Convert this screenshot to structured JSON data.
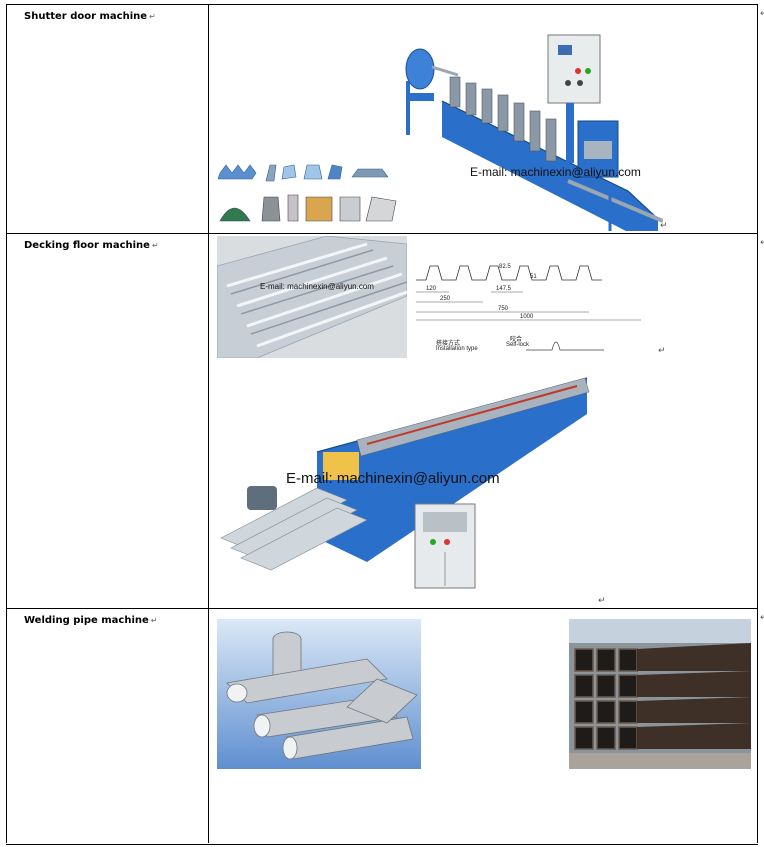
{
  "rows": [
    {
      "label": "Shutter door machine",
      "email": "E-mail: machinexin@aliyun.com"
    },
    {
      "label": "Decking floor machine",
      "email_small": "E-mail: machinexin@aliyun.com",
      "email_large": "E-mail: machinexin@aliyun.com",
      "profile": {
        "dims": [
          "82.5",
          "51",
          "120",
          "147.5",
          "250",
          "750",
          "1000"
        ],
        "install_cn": "搭接方式",
        "install_en": "Installation type",
        "lock_cn": "咬合",
        "lock_en": "Self-lock"
      }
    },
    {
      "label": "Welding pipe machine"
    }
  ],
  "marks": {
    "paragraph": "↵",
    "label_end": "↵"
  },
  "colors": {
    "machine_blue": "#2a6fc9",
    "sheet_silver": "#c7ced6",
    "bg_gray": "#d9dde0"
  }
}
